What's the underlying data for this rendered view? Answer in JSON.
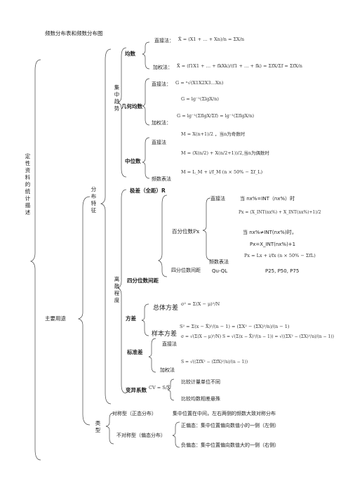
{
  "root": {
    "label": "定性资料的统计描述"
  },
  "branch_freq": {
    "label": "频数分布表和频数分布图"
  },
  "branch_main": {
    "label": "主要用途"
  },
  "dist": {
    "label": "分布特征"
  },
  "central": {
    "label": "集中趋势",
    "mean": {
      "label": "均数",
      "direct_label": "直接法：",
      "direct_formula": "X̄ = (X1 + … + Xn)/n = ΣX/n",
      "weighted_label": "加权法：",
      "weighted_formula": "X̄ = (f1X1 + … + fkXk)/(f1 + … + fk) = ΣfX/Σf = ΣfX/n"
    },
    "geo": {
      "label": "几何均数",
      "direct_label": "直接法：",
      "direct_formula1": "G = ⁿ√(X1X2X3…Xn)",
      "direct_formula2": "G = lg⁻¹(ΣlgX/n)",
      "weighted_label": "加权法：",
      "weighted_formula": "G = lg⁻¹(ΣflgX/Σf) = lg⁻¹(ΣflgX/n)"
    },
    "median": {
      "label": "中位数",
      "direct_label": "直接法",
      "odd_formula": "M = X(n+1)/2 ，当n为奇数时",
      "even_formula": "M = (X(n/2) + X(n/2+1))/2,当n为偶数时",
      "freq_label": "频数表法",
      "freq_formula": "M = L_M + i/f_M (n × 50% − Σf_L)"
    }
  },
  "dispersion": {
    "label": "离散程度",
    "range": {
      "label": "极差（全距）R"
    },
    "quartile": {
      "label": "四分位数间距",
      "pct_label": "百分位数Px",
      "direct_label": "直接法",
      "cond1": "当 nx%=INT（nx%）时",
      "formula1": "Px = (X_INT(nx%) + X_INT(nx%)+1)/2",
      "cond2": "当 nx%≠INT(nx%)时，",
      "formula2": "Px=X_INT(nx%)+1",
      "freq_label": "频数表法",
      "freq_formula": "Px = Lx + i/fx (n × 50% − ΣfL)",
      "iqr_label": "四分位数间距",
      "iqr_formula": "Qu-QL",
      "percentiles": "P25, P50, P75"
    },
    "variance": {
      "label": "方差",
      "pop_label": "总体方差",
      "pop_formula": "σ² = Σ(X − μ)²/N",
      "sample_label": "样本方差",
      "sample_formula": "S² = Σ(x − X̄)²/(n − 1) = (ΣX² − (ΣX)²/n)/(n − 1)"
    },
    "sd": {
      "label": "标准差",
      "direct_label": "直接法",
      "direct_formula": "σ = √(Σ(X − μ)²/N)   S = √(Σ(x − X̄)²/(n − 1)) = √((ΣX² − (ΣX)²/n)/(n − 1))",
      "weighted_label": "加权法",
      "weighted_formula": "S = √((ΣfX² − (ΣfX)²/n)/(n − 1))"
    },
    "cv": {
      "label": "变异系数",
      "formula": "CV = S/X̄",
      "use1": "比较计量单位不同",
      "use2": "比较均数相差悬殊"
    }
  },
  "type": {
    "label": "类型",
    "sym_label": "对称型（正态分布）",
    "sym_desc": "集中位置在中间，左右两侧的频数大致对称分布",
    "asym_label": "不对称型（偏态分布）",
    "pos": "正偏态：集中位置偏向数值小的一侧（左侧）",
    "neg": "负偏态：集中位置偏向数值大的一侧（右侧）"
  }
}
